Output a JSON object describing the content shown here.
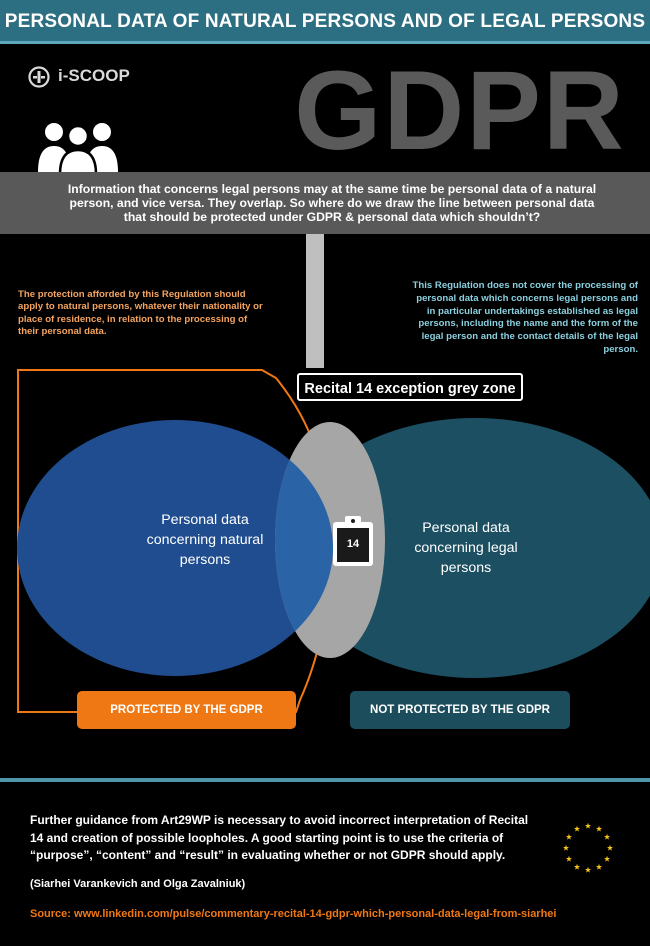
{
  "header": {
    "title": "PERSONAL DATA OF NATURAL PERSONS AND OF LEGAL PERSONS"
  },
  "logo": {
    "text": "i-SCOOP"
  },
  "hero": {
    "word": "GDPR"
  },
  "banner": {
    "text": "Information that concerns legal persons may at the same time be personal data of a natural person, and vice versa. They overlap. So where do we draw the line between personal data that should be protected under GDPR & personal data which shouldn’t?"
  },
  "quotes": {
    "natural": "The protection afforded by this Regulation should apply to natural persons, whatever their nationality or place of residence, in relation to the processing of their personal data.",
    "legal": "This Regulation does not cover the processing of personal data which concerns legal persons and in particular undertakings established as legal persons, including the name and the form of the legal person and the contact details of the legal person."
  },
  "venn": {
    "grey_zone_label": "Recital 14 exception grey zone",
    "natural_label": "Personal data concerning natural persons",
    "legal_label": "Personal data concerning legal persons",
    "clipboard_number": "14",
    "protected_badge": "PROTECTED BY THE GDPR",
    "not_protected_badge": "NOT PROTECTED BY THE GDPR",
    "colors": {
      "natural": "#1f4d8f",
      "legal": "#1c4f62",
      "overlap": "#a6a6a6",
      "outline": "#f07814"
    }
  },
  "footer": {
    "guidance": "Further guidance from Art29WP is necessary to avoid incorrect interpretation of Recital 14 and creation of possible loopholes. A good starting point is to use the criteria of “purpose”, “content” and “result” in evaluating whether or not GDPR should apply.",
    "authors": "(Siarhei Varankevich and Olga Zavalniuk)",
    "source": "Source: www.linkedin.com/pulse/commentary-recital-14-gdpr-which-personal-data-legal-from-siarhei"
  },
  "icons": {
    "logo": "i-scoop-logo-icon",
    "people": "people-group-icon",
    "clipboard": "clipboard-icon",
    "eu": "eu-stars-icon"
  }
}
